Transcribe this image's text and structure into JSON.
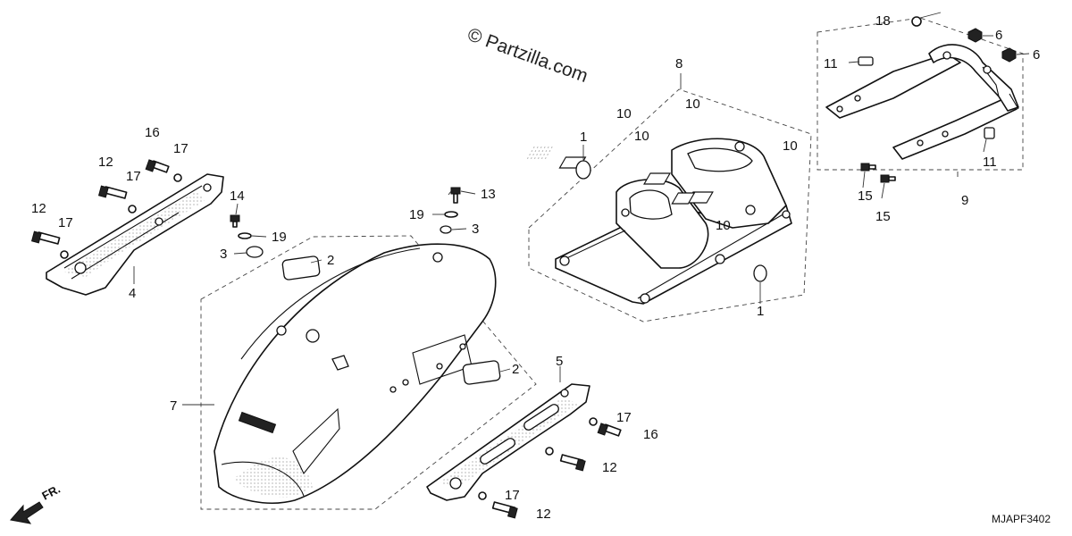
{
  "watermark": "© Partzilla.com",
  "diagram_code": "MJAPF3402",
  "front_indicator": "FR.",
  "callouts": [
    {
      "id": "c1a",
      "text": "1"
    },
    {
      "id": "c1b",
      "text": "1"
    },
    {
      "id": "c2a",
      "text": "2"
    },
    {
      "id": "c2b",
      "text": "2"
    },
    {
      "id": "c3a",
      "text": "3"
    },
    {
      "id": "c3b",
      "text": "3"
    },
    {
      "id": "c4",
      "text": "4"
    },
    {
      "id": "c5",
      "text": "5"
    },
    {
      "id": "c6a",
      "text": "6"
    },
    {
      "id": "c6b",
      "text": "6"
    },
    {
      "id": "c7",
      "text": "7"
    },
    {
      "id": "c8",
      "text": "8"
    },
    {
      "id": "c9",
      "text": "9"
    },
    {
      "id": "c10a",
      "text": "10"
    },
    {
      "id": "c10b",
      "text": "10"
    },
    {
      "id": "c10c",
      "text": "10"
    },
    {
      "id": "c10d",
      "text": "10"
    },
    {
      "id": "c10e",
      "text": "10"
    },
    {
      "id": "c11a",
      "text": "11"
    },
    {
      "id": "c11b",
      "text": "11"
    },
    {
      "id": "c12a",
      "text": "12"
    },
    {
      "id": "c12b",
      "text": "12"
    },
    {
      "id": "c12c",
      "text": "12"
    },
    {
      "id": "c12d",
      "text": "12"
    },
    {
      "id": "c13",
      "text": "13"
    },
    {
      "id": "c14",
      "text": "14"
    },
    {
      "id": "c15a",
      "text": "15"
    },
    {
      "id": "c15b",
      "text": "15"
    },
    {
      "id": "c16a",
      "text": "16"
    },
    {
      "id": "c16b",
      "text": "16"
    },
    {
      "id": "c17a",
      "text": "17"
    },
    {
      "id": "c17b",
      "text": "17"
    },
    {
      "id": "c17c",
      "text": "17"
    },
    {
      "id": "c17d",
      "text": "17"
    },
    {
      "id": "c17e",
      "text": "17"
    },
    {
      "id": "c18",
      "text": "18"
    },
    {
      "id": "c19a",
      "text": "19"
    },
    {
      "id": "c19b",
      "text": "19"
    }
  ]
}
